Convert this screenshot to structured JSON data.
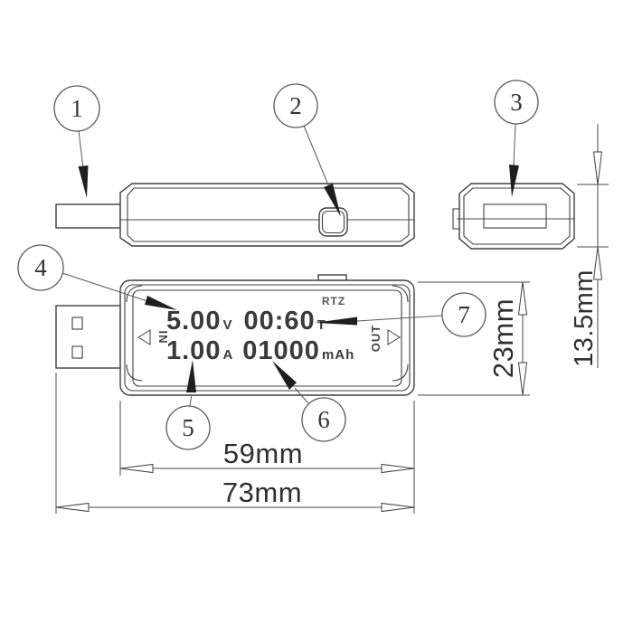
{
  "callouts": [
    "1",
    "2",
    "3",
    "4",
    "5",
    "6",
    "7"
  ],
  "display": {
    "voltage": "5.00",
    "voltage_unit": "V",
    "time": "00:60",
    "time_unit": "T",
    "current": "1.00",
    "current_unit": "A",
    "capacity": "01000",
    "capacity_unit": "mAh",
    "reset_label": "RTZ",
    "in_label": "IN",
    "out_label": "OUT"
  },
  "dimensions": {
    "body_width": "59mm",
    "overall_width": "73mm",
    "front_height": "23mm",
    "side_height": "13.5mm"
  },
  "colors": {
    "line": "#3f3f3f",
    "text": "#3a3a3a",
    "leader": "#555555",
    "background": "#ffffff"
  }
}
